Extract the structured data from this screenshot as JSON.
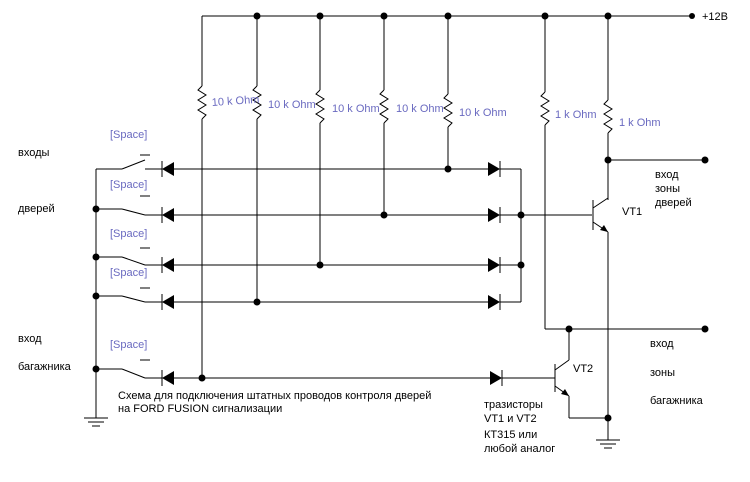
{
  "supply_label": "+12B",
  "resistors": {
    "r_doors": "10 k Ohm",
    "r_vt1_collector": "1 k Ohm",
    "r_vt2_collector": "1 k Ohm"
  },
  "switch_label": "[Space]",
  "left_labels": {
    "doors_inputs_1": "входы",
    "doors_inputs_2": "дверей",
    "trunk_input_1": "вход",
    "trunk_input_2": "багажника"
  },
  "transistors": {
    "vt1": "VT1",
    "vt2": "VT2"
  },
  "right_labels": {
    "door_zone_1": "вход",
    "door_zone_2": "зоны",
    "door_zone_3": "дверей",
    "trunk_zone_1": "вход",
    "trunk_zone_2": "зоны",
    "trunk_zone_3": "багажника"
  },
  "caption": {
    "line1": "Схема для подключения штатных проводов контроля дверей",
    "line2": "на FORD FUSION сигнализации"
  },
  "transistor_note": {
    "line1": "тразисторы",
    "line2": "VT1 и VT2",
    "line3": "КТ315  или",
    "line4": "любой аналог"
  }
}
